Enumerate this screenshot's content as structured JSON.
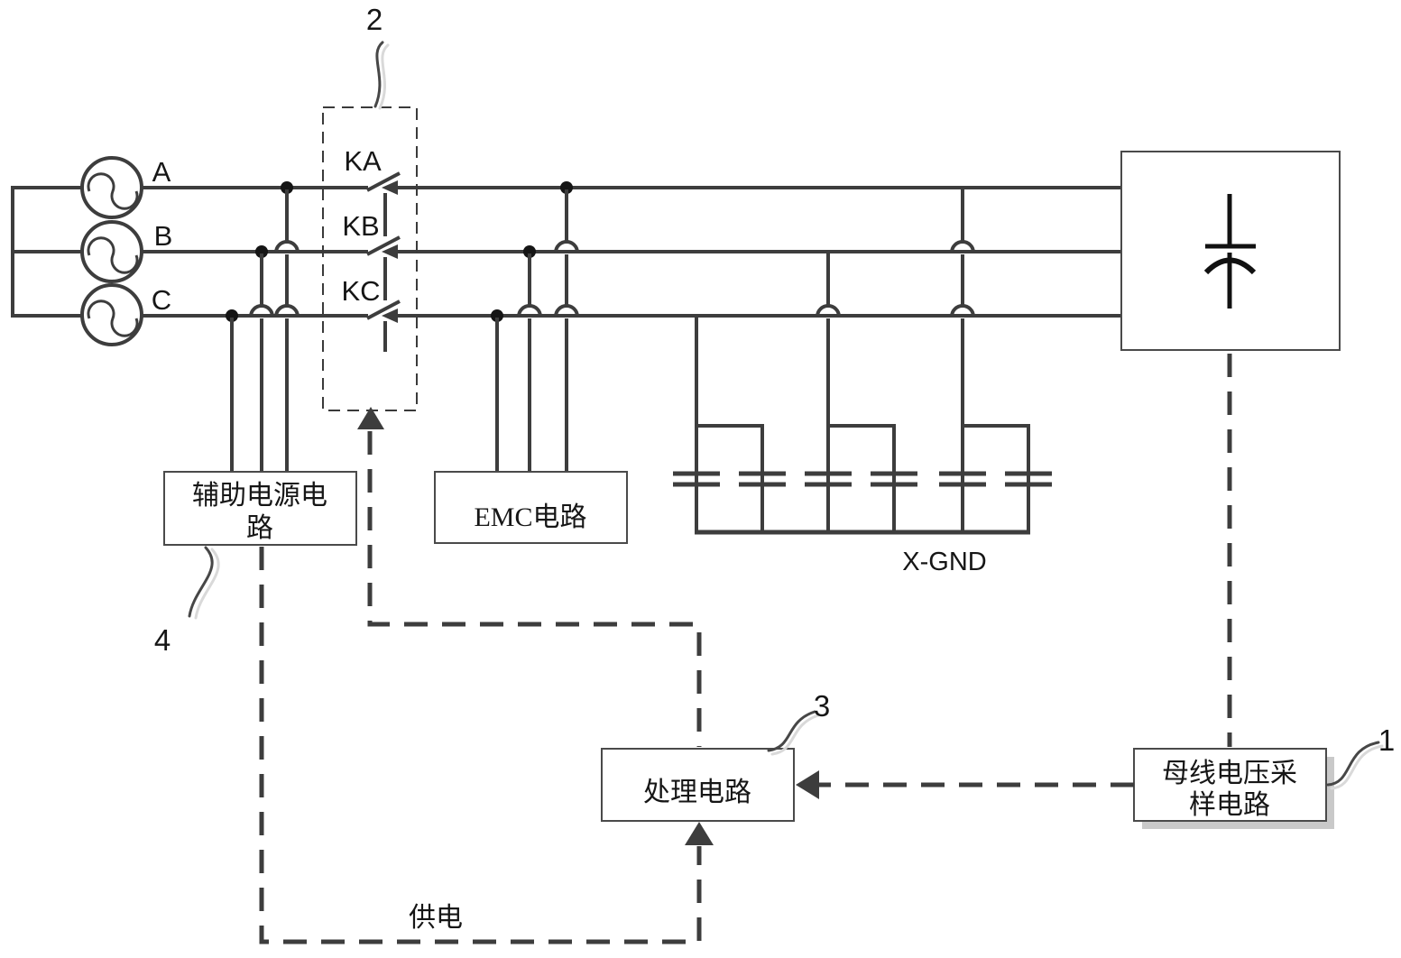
{
  "diagram": {
    "colors": {
      "line": "#3d3d3d",
      "text": "#161616",
      "box_border": "#4a4a4a",
      "shadow": "#c9c9c9",
      "background": "#ffffff"
    },
    "sources": {
      "phase_a": "A",
      "phase_b": "B",
      "phase_c": "C"
    },
    "switch_group": {
      "ref": "2",
      "switch_a": "KA",
      "switch_b": "KB",
      "switch_c": "KC"
    },
    "boxes": {
      "aux_power": {
        "ref": "4",
        "label_line1": "辅助电源电",
        "label_line2": "路"
      },
      "emc": {
        "label": "EMC电路"
      },
      "processing": {
        "ref": "3",
        "label": "处理电路"
      },
      "bus_sampling": {
        "ref": "1",
        "label_line1": "母线电压采",
        "label_line2": "样电路"
      }
    },
    "annotations": {
      "ground": "X-GND",
      "power_feed": "供电"
    }
  }
}
